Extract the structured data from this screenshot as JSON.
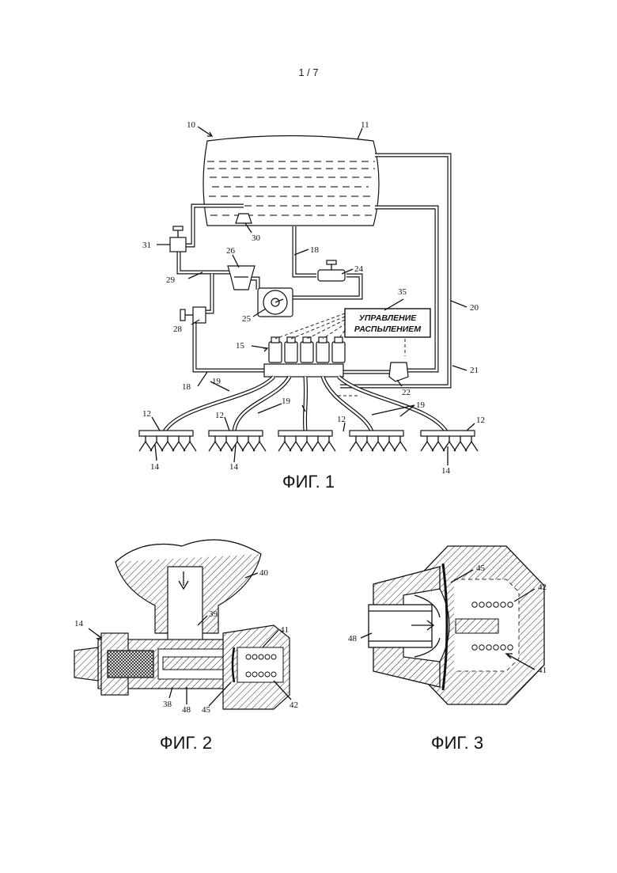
{
  "page_number": "1 / 7",
  "figures": {
    "fig1": {
      "caption": "ФИГ. 1",
      "control_box": [
        "УПРАВЛЕНИЕ",
        "РАСПЫЛЕНИЕМ"
      ],
      "labels": [
        "10",
        "11",
        "30",
        "31",
        "18",
        "26",
        "24",
        "29",
        "35",
        "25",
        "28",
        "20",
        "15",
        "21",
        "18",
        "19",
        "22",
        "19",
        "19",
        "12",
        "12",
        "12",
        "12",
        "14",
        "14",
        "14"
      ]
    },
    "fig2": {
      "caption": "ФИГ. 2",
      "labels": [
        "40",
        "39",
        "14",
        "41",
        "38",
        "48",
        "45",
        "42"
      ]
    },
    "fig3": {
      "caption": "ФИГ. 3",
      "labels": [
        "45",
        "42",
        "48",
        "41"
      ]
    }
  }
}
